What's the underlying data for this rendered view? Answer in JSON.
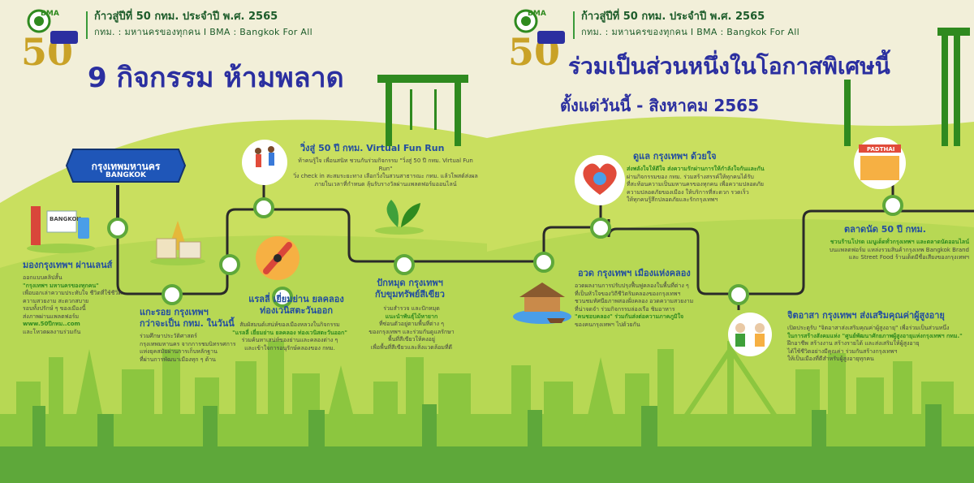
{
  "header": {
    "title": "ก้าวสู่ปีที่ 50 กทม. ประจำปี พ.ศ. 2565",
    "subtitle": "กทม. : มหานครของทุกคน I BMA  : Bangkok For All"
  },
  "logo": {
    "text": "BMA"
  },
  "left": {
    "heading": "9 กิจกรรม ห้ามพลาด",
    "sign_line1": "กรุงเทพมหานคร",
    "sign_line2": "BANGKOK",
    "activities": [
      {
        "title": "มองกรุงเทพฯ ผ่านเลนส์",
        "body": [
          "ออกแบบคลิปสั้น",
          "\"กรุงเทพฯ มหานครของทุกคน\"",
          "เพื่อบอกเล่าความประทับใจ ชีวิตที่ใช้ชีวิต",
          "ความสวยงาม สะดวกสบาย",
          "รอบทั้งปรักษ์ ๆ ของเมืองนี้",
          "ส่งภาพผ่านแพลตฟอร์ม",
          "www.50ปีกทม..com",
          "และโหวตผลงานร่วมกัน"
        ]
      },
      {
        "title": "แกะรอย กรุงเทพฯ\nกว่าจะเป็น กทม. ในวันนี้",
        "body": [
          "ร่วมศึกษาประวัติศาสตร์",
          "กรุงเทพมหานคร จากการชมนิทรรศการ",
          "แห่งยุคสมัยผ่านการเก็บหลักฐาน",
          "ที่ผ่านการพัฒนาเมืองทุก ๆ ด้าน"
        ]
      },
      {
        "title": "วิ่งสู่ 50 ปี กทม. Virtual Fun Run",
        "body": [
          "ท้าคนรู้ใจ เพื่อนสนิท ชวนกันร่วมกิจกรรม \"วิ่งสู่ 50 ปี กทม. Virtual Fun Run\"",
          "วิ่ง check in สะสมระยะทาง เลือกวิ่งในสวนสาธารณะ กทม. แล้วโพสต์ส่งผล",
          "ภายในเวลาที่กำหนด ลุ้นรับรางวัลผ่านแพลตฟอร์มออนไลน์"
        ]
      },
      {
        "title": "แรลลี่ เยี่ยมย่าน ยลคลอง\nท่องเวนิสตะวันออก",
        "body": [
          "สัมผัสมนต์เสน่ห์ของเมืองหลวงในกิจกรรม",
          "\"แรลลี่ เยี่ยมย่าน ยลคลอง ท่องเวนิสตะวันออก\"",
          "ร่วมค้นหาเสน่ห์ของย่านและคลองต่าง ๆ",
          "และเข้าใจการอนุรักษ์คลองของ กทม."
        ]
      },
      {
        "title": "ปักหมุด กรุงเทพฯ\nกับขุมทรัพย์สีเขียว",
        "body": [
          "ร่วมสำรวจ และปักหมุด",
          "แนะนำพันธุ์ไม้หายาก",
          "ที่ซ่อนตัวอยู่ตามพื้นที่ต่าง ๆ",
          "ของกรุงเทพฯ และร่วมกันดูแลรักษา",
          "พื้นที่สีเขียวให้คงอยู่",
          "เพื่อพื้นที่สีเขียวและสิ่งแวดล้อมที่ดี"
        ]
      }
    ]
  },
  "right": {
    "heading1": "ร่วมเป็นส่วนหนึ่งในโอกาสพิเศษนี้",
    "heading2": "ตั้งแต่วันนี้ - สิงหาคม 2565",
    "activities": [
      {
        "title": "ดูแล กรุงเทพฯ ด้วยใจ",
        "body": [
          "ส่งพลังใจให้ดีใจ ส่งความรักผ่านการให้กำลังใจกันและกัน",
          "ผ่านกิจกรรมของ กทม. ร่วมสร้างสรรค์ให้ทุกคนได้รับ",
          "ที่สะท้อนความเป็นมหานครของทุกคน เพื่อความปลอดภัย",
          "ความปลอดภัยของเมือง ให้บริการที่สะดวก รวดเร็ว",
          "ให้ทุกคนรู้สึกปลอดภัยและรักกรุงเทพฯ"
        ]
      },
      {
        "title": "อวด กรุงเทพฯ เมืองแห่งคลอง",
        "body": [
          "อวดผลงานการปรับปรุงฟื้นฟูคลองในพื้นที่ต่าง ๆ",
          "ที่เป็นหัวใจของวิถีชีวิตริมคลองของกรุงเทพฯ",
          "ชวนชมทัศนียภาพสองฝั่งคลอง อวดความสวยงาม",
          "ที่น่าจดจำ ร่วมกิจกรรมล่องเรือ ชิมอาหาร",
          "\"คนชอบคลอง\" ร่วมกันส่งต่อความภาคภูมิใจ",
          "ของคนกรุงเทพฯ ไปด้วยกัน"
        ]
      },
      {
        "title": "ตลาดนัด 50 ปี กทม.",
        "body": [
          "ชวนร้านโปรด เมนูเด็ดทั่วกรุงเทพฯ และตลาดนัดออนไลน์",
          "บนแพลตฟอร์ม แหล่งรวมสินค้ากรุงเทพ Bangkok Brand",
          "และ Street Food ร้านเด็ดมีชื่อเสียงของกรุงเทพฯ"
        ]
      },
      {
        "title": "จิตอาสา กรุงเทพฯ ส่งเสริมคุณค่าผู้สูงอายุ",
        "body": [
          "เปิดประตูรับ \"จิตอาสาส่งเสริมคุณค่าผู้สูงอายุ\" เพื่อร่วมเป็นส่วนหนึ่ง",
          "ในการสร้างสังคมแห่ง \"ศูนย์พัฒนาศักยภาพผู้สูงอายุแห่งกรุงเทพฯ กทม.\"",
          "ฝึกอาชีพ สร้างงาน สร้างรายได้ และส่งเสริมให้ผู้สูงอายุ",
          "ได้ใช้ชีวิตอย่างมีคุณค่า ร่วมกันสร้างกรุงเทพฯ",
          "ให้เป็นเมืองที่ดีสำหรับผู้สูงอายุทุกคน"
        ]
      }
    ]
  },
  "colors": {
    "cream": "#f2efd9",
    "green_light": "#c8e060",
    "green_mid": "#8cc63f",
    "green_dark": "#2f8a1f",
    "path": "#2a2a2a",
    "heading_blue": "#2b2fa0",
    "title_blue": "#234ea0",
    "sign_blue": "#1f56b8"
  }
}
